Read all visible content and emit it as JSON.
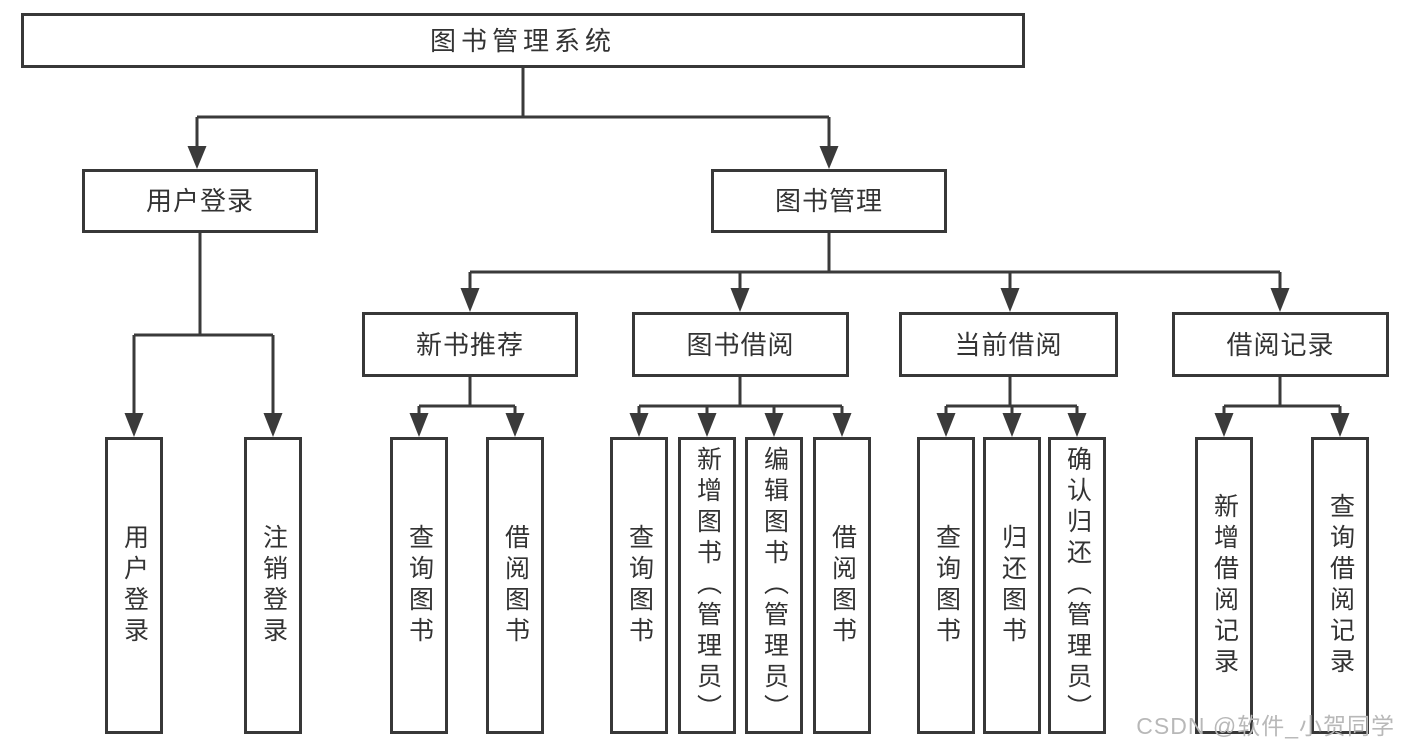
{
  "diagram": {
    "root": {
      "label": "图书管理系统"
    },
    "level2": [
      {
        "label": "用户登录"
      },
      {
        "label": "图书管理"
      }
    ],
    "level3": [
      {
        "label": "新书推荐"
      },
      {
        "label": "图书借阅"
      },
      {
        "label": "当前借阅"
      },
      {
        "label": "借阅记录"
      }
    ],
    "leaves": [
      {
        "label": "用户登录"
      },
      {
        "label": "注销登录"
      },
      {
        "label": "查询图书"
      },
      {
        "label": "借阅图书"
      },
      {
        "label": "查询图书"
      },
      {
        "label": "新增图书（管理员）"
      },
      {
        "label": "编辑图书（管理员）"
      },
      {
        "label": "借阅图书"
      },
      {
        "label": "查询图书"
      },
      {
        "label": "归还图书"
      },
      {
        "label": "确认归还（管理员）"
      },
      {
        "label": "新增借阅记录"
      },
      {
        "label": "查询借阅记录"
      }
    ]
  },
  "watermark": {
    "text": "CSDN @软件_小贺同学"
  },
  "colors": {
    "line": "#3a3a3a",
    "text": "#333333",
    "watermark": "#b8b8b8",
    "background": "#ffffff"
  }
}
